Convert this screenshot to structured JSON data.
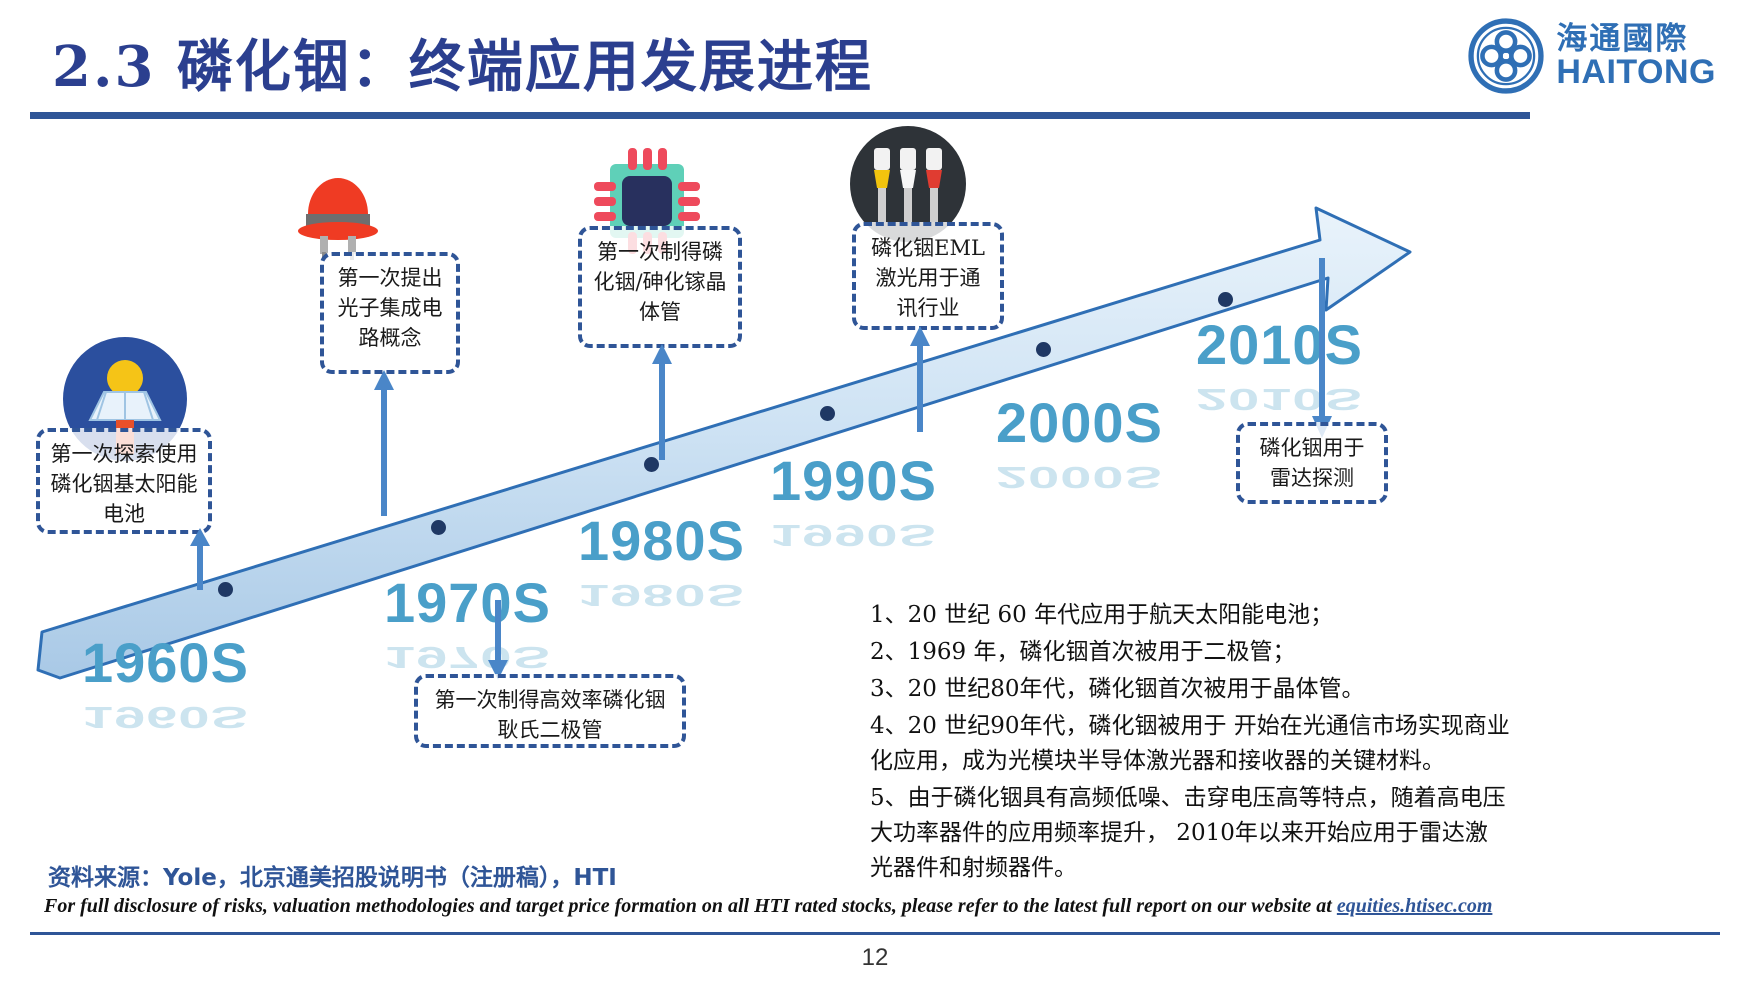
{
  "header": {
    "title": "2.3 磷化铟：终端应用发展进程",
    "logo_cn": "海通國際",
    "logo_en": "HAITONG"
  },
  "decades": [
    {
      "label": "1960S"
    },
    {
      "label": "1970S"
    },
    {
      "label": "1980S"
    },
    {
      "label": "1990S"
    },
    {
      "label": "2000S"
    },
    {
      "label": "2010S"
    }
  ],
  "callouts": [
    {
      "id": "solar",
      "icon": "solar-panel-icon",
      "text": "第一次探索使用磷化铟基太阳能电池"
    },
    {
      "id": "pic",
      "icon": "red-lamp-icon",
      "text": "第一次提出光子集成电路概念"
    },
    {
      "id": "gunn-diode",
      "icon": "none",
      "text": "第一次制得高效率磷化铟耿氏二极管"
    },
    {
      "id": "transistor",
      "icon": "chip-icon",
      "text": "第一次制得磷化铟/砷化镓晶体管"
    },
    {
      "id": "eml-laser",
      "icon": "rca-connector-icon",
      "text": "磷化铟EML激光用于通讯行业"
    },
    {
      "id": "radar",
      "icon": "none",
      "text": "磷化铟用于雷达探测"
    }
  ],
  "notes": [
    "1、20 世纪 60 年代应用于航天太阳能电池；",
    "2、1969 年，磷化铟首次被用于二极管；",
    "3、20 世纪80年代，磷化铟首次被用于晶体管。",
    "4、20 世纪90年代，磷化铟被用于 开始在光通信市场实现商业化应用，成为光模块半导体激光器和接收器的关键材料。",
    "5、由于磷化铟具有高频低噪、击穿电压高等特点，随着高电压大功率器件的应用频率提升， 2010年以来开始应用于雷达激光器件和射频器件。"
  ],
  "footer": {
    "source": "资料来源：Yole，北京通美招股说明书（注册稿），HTI",
    "disclaimer_prefix": "For full disclosure of risks, valuation methodologies and target price formation on all HTI rated stocks, please refer to the latest full report on our website at ",
    "disclaimer_link": "equities.htisec.com",
    "page_number": "12"
  },
  "colors": {
    "title_blue": "#2b3f8f",
    "rule_blue": "#2f5597",
    "decade_blue": "#4a9fc9",
    "arrow_fill": "#bcd7ee",
    "arrow_stroke": "#2f6fb5",
    "logo_blue": "#2f6fb5"
  }
}
